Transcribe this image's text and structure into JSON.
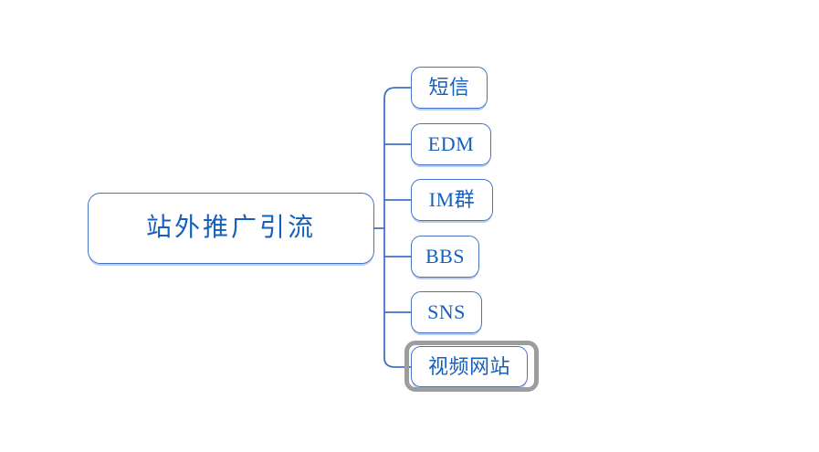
{
  "diagram": {
    "type": "mind-map",
    "title": "站外推广引流",
    "background_color": "#ffffff",
    "node_border_color": "#4472c4",
    "node_text_color": "#1560bd",
    "connector_color": "#4472c4",
    "selection_color": "#9d9d9d",
    "root": {
      "label": "站外推广引流"
    },
    "children": [
      {
        "label": "短信",
        "selected": false
      },
      {
        "label": "EDM",
        "selected": false
      },
      {
        "label": "IM群",
        "selected": false
      },
      {
        "label": "BBS",
        "selected": false
      },
      {
        "label": "SNS",
        "selected": false
      },
      {
        "label": "视频网站",
        "selected": true
      }
    ]
  }
}
